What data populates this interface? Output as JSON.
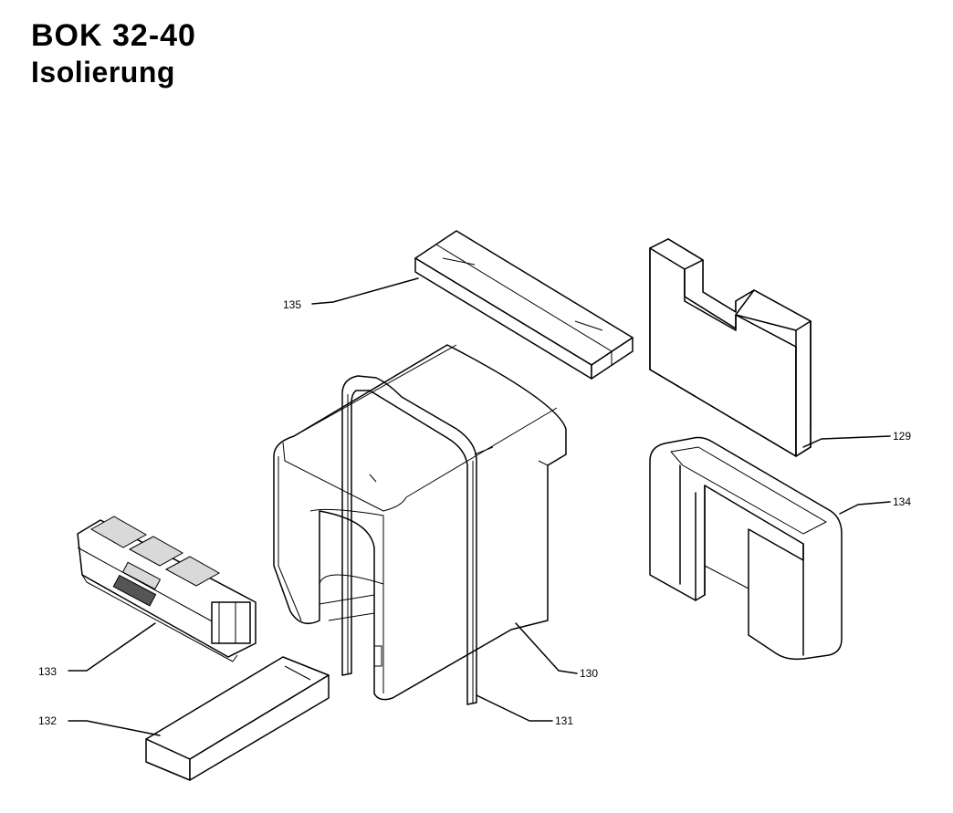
{
  "header": {
    "title": "BOK 32-40",
    "subtitle": "Isolierung"
  },
  "parts": [
    {
      "id": "135",
      "label": "135"
    },
    {
      "id": "129",
      "label": "129"
    },
    {
      "id": "134",
      "label": "134"
    },
    {
      "id": "133",
      "label": "133"
    },
    {
      "id": "130",
      "label": "130"
    },
    {
      "id": "131",
      "label": "131"
    },
    {
      "id": "132",
      "label": "132"
    }
  ]
}
